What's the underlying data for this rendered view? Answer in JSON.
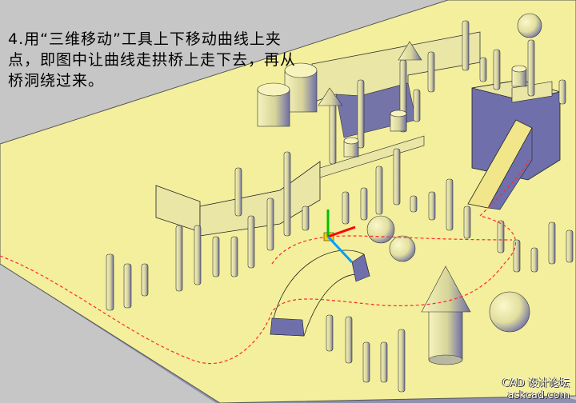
{
  "instruction": {
    "step": "4.",
    "text": "用“三维移动”工具上下移动曲线上夹点，即图中让曲线走拱桥上走下去，再从桥洞绕过来。"
  },
  "watermark": {
    "line1": "CAD 设计论坛",
    "line2": "askcad.com"
  },
  "scene": {
    "background_color": "#c6c6c6",
    "base_color": "#f3ef9c",
    "object_color": "#e9e6a6",
    "shadow_color": "#6c6ca6",
    "path_color": "#ff2a2a",
    "gizmo": {
      "x_color": "#ff0000",
      "y_color": "#00c000",
      "z_color": "#00a0ff"
    }
  }
}
